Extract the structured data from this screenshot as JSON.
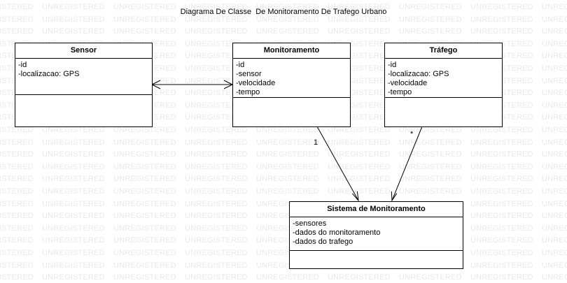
{
  "watermark": "UNREGISTERED",
  "title": "Diagrama De Classe  De Monitoramento De Trafego Urbano",
  "classes": {
    "sensor": {
      "name": "Sensor",
      "attributes": [
        "-id",
        "-localizacao: GPS"
      ]
    },
    "monitoramento": {
      "name": "Monitoramento",
      "attributes": [
        "-id",
        "-sensor",
        "-velocidade",
        "-tempo"
      ]
    },
    "trafego": {
      "name": "Tráfego",
      "attributes": [
        "-id",
        "-localizacao: GPS",
        "-velocidade",
        "-tempo"
      ]
    },
    "sistema": {
      "name": "Sistema de Monitoramento",
      "attributes": [
        "-sensores",
        "-dados do monitoramento",
        "-dados do trafego"
      ]
    }
  },
  "multiplicities": {
    "monitoramento_sistema": "1",
    "trafego_sistema": "*"
  },
  "colors": {
    "line": "#000000",
    "watermark": "#e9e9e9"
  }
}
